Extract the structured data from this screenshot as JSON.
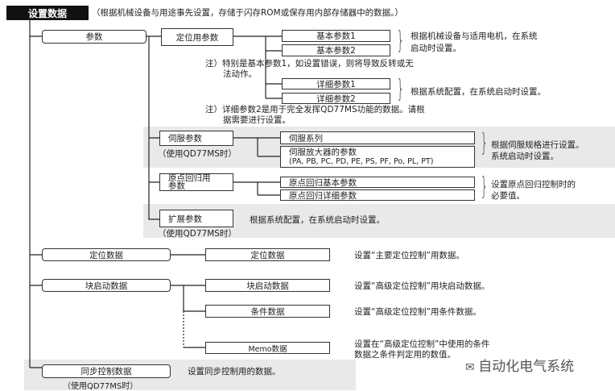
{
  "title": "设置数据",
  "subtitle": "（根据机械设备与用途事先设置，存储于闪存ROM或保存用内部存储器中的数据。）",
  "params": {
    "label": "参数",
    "positioning": {
      "label": "定位用参数",
      "basic1": "基本参数1",
      "basic2": "基本参数2",
      "basic_desc": [
        "根据机械设备与适用电机，在系统",
        "启动时设置。"
      ],
      "note1": [
        "注）特别是基本参数1，如设置错误，则将导致反转或无",
        "法动作。"
      ],
      "detail1": "详细参数1",
      "detail2": "详细参数2",
      "detail_desc": "根据系统配置，在系统启动时设置。",
      "note2": [
        "注）详细参数2是用于完全发挥QD77MS功能的数据。请根",
        "据需要进行设置。"
      ]
    },
    "servo": {
      "label": "伺服参数",
      "usage": "（使用QD77MS时）",
      "series": "伺服系列",
      "amp": "伺服放大器的参数",
      "amp_list": "(PA, PB, PC, PD, PE, PS, PF, Po, PL, PT)",
      "desc": [
        "根据伺服规格进行设置。",
        "系统启动时设置。"
      ]
    },
    "home": {
      "label": [
        "原点回归用",
        "参数"
      ],
      "basic": "原点回归基本参数",
      "detail": "原点回归详细参数",
      "desc": [
        "设置原点回归控制时的",
        "必要值。"
      ]
    },
    "ext": {
      "label": "扩展参数",
      "usage": "（使用QD77MS时）",
      "desc": "根据系统配置，在系统启动时设置。"
    }
  },
  "pos_data": {
    "label": "定位数据",
    "child": "定位数据",
    "desc": "设置“主要定位控制”用数据。"
  },
  "block": {
    "label": "块启动数据",
    "child1": "块启动数据",
    "desc1": "设置“高级定位控制”用块启动数据。",
    "child2": "条件数据",
    "desc2": "设置“高级定位控制”用条件数据。",
    "child3": "Memo数据",
    "desc3": [
      "设置在“高级定位控制”中使用的条件",
      "数据之条件判定用的数值。"
    ]
  },
  "sync": {
    "label": "同步控制数据",
    "usage": "（使用QD77MS时）",
    "desc": "设置同步控制用的数据。"
  },
  "watermark": "自动化电气系统"
}
